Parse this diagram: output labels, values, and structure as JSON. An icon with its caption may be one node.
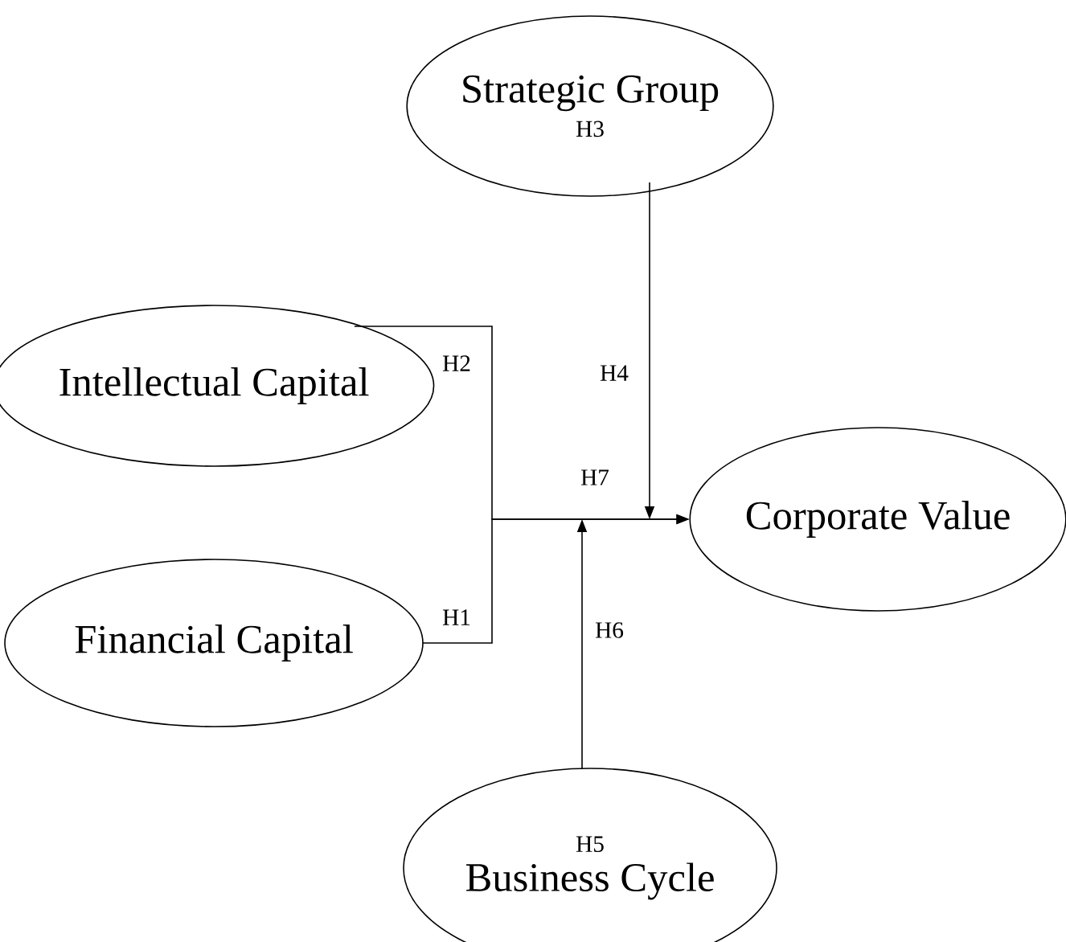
{
  "diagram": {
    "nodes": [
      {
        "text": [
          "Strategic Group",
          "H3"
        ]
      },
      {
        "text": [
          "Intellectual Capital"
        ]
      },
      {
        "text": [
          "Corporate Value"
        ]
      },
      {
        "text": [
          "Financial Capital"
        ]
      },
      {
        "text": [
          "H5",
          "Business Cycle"
        ]
      }
    ],
    "edges": [
      {
        "from": 1,
        "to": 2,
        "arrow": "to",
        "label": "H2"
      },
      {
        "from": 3,
        "to": 2,
        "arrow": "to",
        "label": "H1"
      },
      {
        "from": 0,
        "to": null,
        "arrow": "to",
        "label": "H4"
      },
      {
        "from": 4,
        "to": null,
        "arrow": "to",
        "label": "H6"
      }
    ],
    "labels": [
      "H7"
    ]
  }
}
